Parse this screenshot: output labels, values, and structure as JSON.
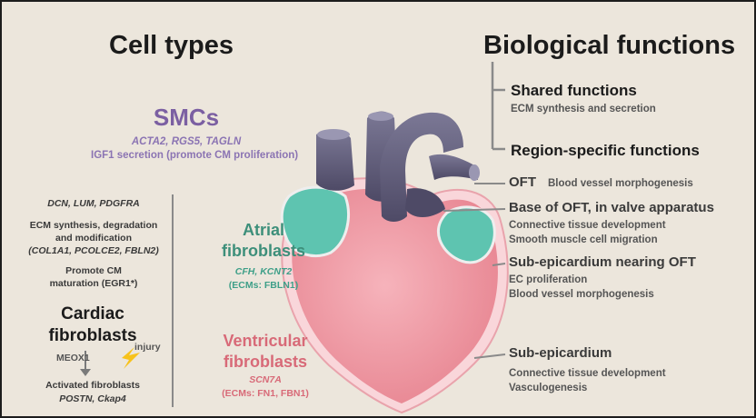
{
  "headings": {
    "left": "Cell types",
    "right": "Biological functions"
  },
  "smcs": {
    "title": "SMCs",
    "genes": "ACTA2, RGS5, TAGLN",
    "function": "IGF1 secretion (promote CM proliferation)"
  },
  "cardiac_fibroblasts": {
    "genes": "DCN, LUM, PDGFRA",
    "ecm_line1": "ECM synthesis, degradation",
    "ecm_line2": "and modification",
    "ecm_genes": "(COL1A1, PCOLCE2, FBLN2)",
    "promote_line1": "Promote CM",
    "promote_line2": "maturation (EGR1*)",
    "title_line1": "Cardiac",
    "title_line2": "fibroblasts",
    "meox": "MEOX1",
    "injury": "injury",
    "activated": "Activated fibroblasts",
    "activated_genes": "POSTN, Ckap4"
  },
  "atrial": {
    "title_line1": "Atrial",
    "title_line2": "fibroblasts",
    "genes": "CFH, KCNT2",
    "ecms": "(ECMs: FBLN1)"
  },
  "ventricular": {
    "title_line1": "Ventricular",
    "title_line2": "fibroblasts",
    "genes": "SCN7A",
    "ecms": "(ECMs: FN1, FBN1)"
  },
  "functions": {
    "shared_title": "Shared functions",
    "shared_desc": "ECM synthesis and secretion",
    "region_title": "Region-specific functions",
    "oft_title": "OFT",
    "oft_desc": "Blood vessel morphogenesis",
    "base_title": "Base of OFT, in valve apparatus",
    "base_d1": "Connective tissue development",
    "base_d2": "Smooth muscle cell migration",
    "sub1_title": "Sub-epicardium nearing OFT",
    "sub1_d1": "EC proliferation",
    "sub1_d2": "Blood vessel morphogenesis",
    "sub2_title": "Sub-epicardium",
    "sub2_d1": "Connective tissue development",
    "sub2_d2": "Vasculogenesis"
  },
  "colors": {
    "background": "#ece6dc",
    "smcs": "#7b5fa2",
    "atrial": "#3d8f7a",
    "ventricular": "#d86a78",
    "heart_ventricle": "#f2a2ab",
    "heart_atrium": "#5ec4b0",
    "vessels": "#6f6a86"
  },
  "icons": {
    "injury": "lightning-bolt-icon",
    "arrow": "arrow-down-icon"
  }
}
